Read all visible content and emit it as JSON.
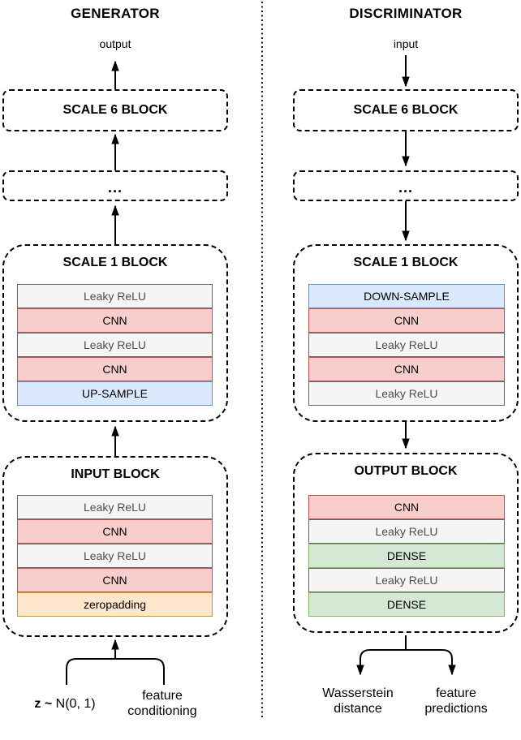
{
  "diagram": {
    "generator": {
      "title": "GENERATOR",
      "io_label": "output",
      "scale6": {
        "label": "SCALE 6 BLOCK"
      },
      "ellipsis": "...",
      "scale1": {
        "title": "SCALE 1 BLOCK",
        "layers": [
          {
            "label": "Leaky ReLU",
            "type": "gray"
          },
          {
            "label": "CNN",
            "type": "red"
          },
          {
            "label": "Leaky ReLU",
            "type": "gray"
          },
          {
            "label": "CNN",
            "type": "red"
          },
          {
            "label": "UP-SAMPLE",
            "type": "blue"
          }
        ]
      },
      "input_block": {
        "title": "INPUT BLOCK",
        "layers": [
          {
            "label": "Leaky ReLU",
            "type": "gray"
          },
          {
            "label": "CNN",
            "type": "red"
          },
          {
            "label": "Leaky ReLU",
            "type": "gray"
          },
          {
            "label": "CNN",
            "type": "red"
          },
          {
            "label": "zeropadding",
            "type": "orange"
          }
        ]
      },
      "inputs": {
        "latent_bold": "z ~",
        "latent_rest": " N(0, 1)",
        "conditioning_line1": "feature",
        "conditioning_line2": "conditioning"
      }
    },
    "discriminator": {
      "title": "DISCRIMINATOR",
      "io_label": "input",
      "scale6": {
        "label": "SCALE 6 BLOCK"
      },
      "ellipsis": "...",
      "scale1": {
        "title": "SCALE 1 BLOCK",
        "layers": [
          {
            "label": "DOWN-SAMPLE",
            "type": "blue"
          },
          {
            "label": "CNN",
            "type": "red"
          },
          {
            "label": "Leaky ReLU",
            "type": "gray"
          },
          {
            "label": "CNN",
            "type": "red"
          },
          {
            "label": "Leaky ReLU",
            "type": "gray"
          }
        ]
      },
      "output_block": {
        "title": "OUTPUT BLOCK",
        "layers": [
          {
            "label": "CNN",
            "type": "red"
          },
          {
            "label": "Leaky ReLU",
            "type": "gray"
          },
          {
            "label": "DENSE",
            "type": "green"
          },
          {
            "label": "Leaky ReLU",
            "type": "gray"
          },
          {
            "label": "DENSE",
            "type": "green"
          }
        ]
      },
      "outputs": {
        "left_line1": "Wasserstein",
        "left_line2": "distance",
        "right_line1": "feature",
        "right_line2": "predictions"
      }
    },
    "palette": {
      "line": "#000000",
      "gray_fill": "#f5f5f5",
      "gray_border": "#666666",
      "gray_text": "#4d4d4d",
      "red_fill": "#f8cecc",
      "red_border": "#b85450",
      "blue_fill": "#dae8fc",
      "blue_border": "#6c8ebf",
      "green_fill": "#d5e8d4",
      "green_border": "#82b366",
      "orange_fill": "#ffe6cc",
      "orange_border": "#d79b00"
    }
  }
}
